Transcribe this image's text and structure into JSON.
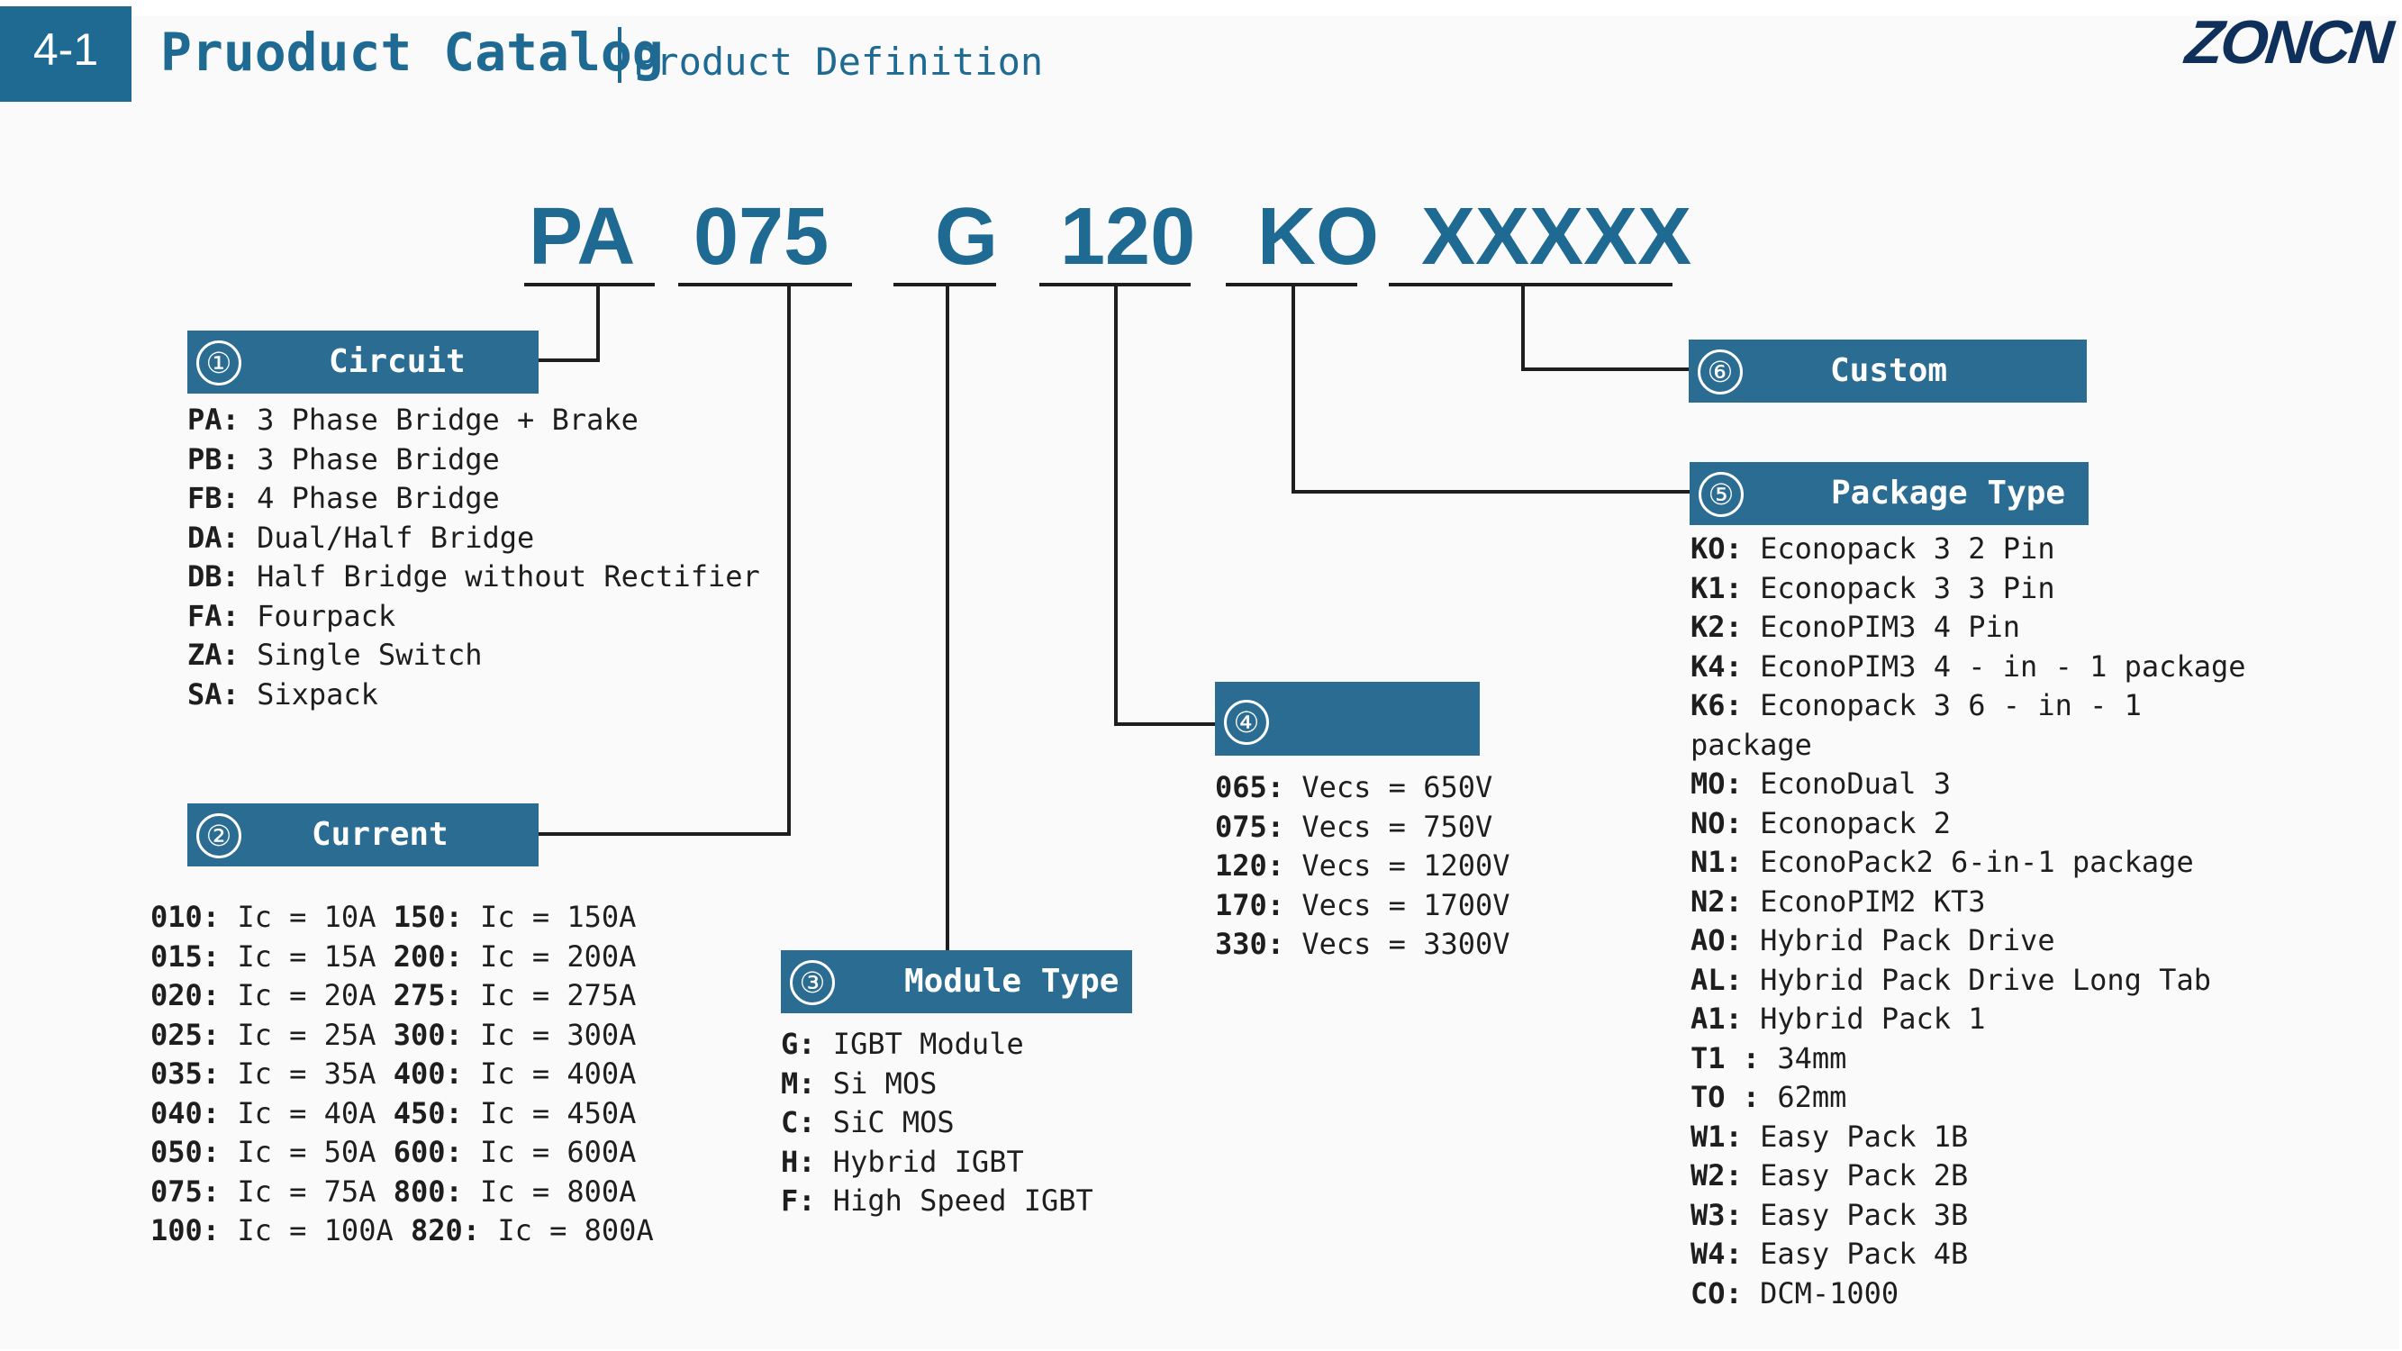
{
  "header": {
    "section": "4-1",
    "title": "Pruoduct Catalog",
    "subtitle": "Product Definition",
    "brand": "ZONCN"
  },
  "part_code": {
    "segments": [
      "PA",
      "075",
      "G",
      "120",
      "KO",
      "XXXXX"
    ]
  },
  "circuit": {
    "number": "①",
    "title": "Circuit",
    "items": [
      {
        "code": "PA:",
        "desc": "3 Phase Bridge + Brake"
      },
      {
        "code": "PB:",
        "desc": "3 Phase Bridge"
      },
      {
        "code": "FB:",
        "desc": "4 Phase Bridge"
      },
      {
        "code": "DA:",
        "desc": "Dual/Half Bridge"
      },
      {
        "code": "DB:",
        "desc": "Half Bridge without Rectifier"
      },
      {
        "code": "FA:",
        "desc": "Fourpack"
      },
      {
        "code": "ZA:",
        "desc": "Single Switch"
      },
      {
        "code": "SA:",
        "desc": "Sixpack"
      }
    ]
  },
  "current": {
    "number": "②",
    "title": "Current",
    "rows": [
      {
        "code1": "010:",
        "val1": "Ic = 10A",
        "code2": "150:",
        "val2": "Ic = 150A"
      },
      {
        "code1": "015:",
        "val1": "Ic = 15A",
        "code2": "200:",
        "val2": "Ic = 200A"
      },
      {
        "code1": "020:",
        "val1": "Ic = 20A",
        "code2": "275:",
        "val2": "Ic = 275A"
      },
      {
        "code1": "025:",
        "val1": "Ic = 25A",
        "code2": "300:",
        "val2": "Ic = 300A"
      },
      {
        "code1": "035:",
        "val1": "Ic = 35A",
        "code2": "400:",
        "val2": "Ic = 400A"
      },
      {
        "code1": "040:",
        "val1": "Ic = 40A",
        "code2": "450:",
        "val2": "Ic = 450A"
      },
      {
        "code1": "050:",
        "val1": "Ic = 50A",
        "code2": "600:",
        "val2": "Ic = 600A"
      },
      {
        "code1": "075:",
        "val1": "Ic = 75A",
        "code2": "800:",
        "val2": "Ic = 800A"
      },
      {
        "code1": "100:",
        "val1": "Ic = 100A",
        "code2": "820:",
        "val2": "Ic = 800A"
      }
    ]
  },
  "module_type": {
    "number": "③",
    "title": "Module Type",
    "items": [
      {
        "code": "G:",
        "desc": "IGBT Module"
      },
      {
        "code": "M:",
        "desc": "Si MOS"
      },
      {
        "code": "C:",
        "desc": "SiC MOS"
      },
      {
        "code": "H:",
        "desc": "Hybrid IGBT"
      },
      {
        "code": "F:",
        "desc": "High Speed IGBT"
      }
    ]
  },
  "voltage": {
    "number": "④",
    "title": "",
    "items": [
      {
        "code": "065:",
        "desc": "Vecs = 650V"
      },
      {
        "code": "075:",
        "desc": "Vecs = 750V"
      },
      {
        "code": "120:",
        "desc": "Vecs = 1200V"
      },
      {
        "code": "170:",
        "desc": "Vecs = 1700V"
      },
      {
        "code": "330:",
        "desc": "Vecs = 3300V"
      }
    ]
  },
  "package_type": {
    "number": "⑤",
    "title": "Package Type",
    "items": [
      {
        "code": "KO:",
        "desc": "Econopack 3  2 Pin"
      },
      {
        "code": "K1:",
        "desc": "Econopack 3  3 Pin"
      },
      {
        "code": "K2:",
        "desc": "EconoPIM3  4 Pin"
      },
      {
        "code": "K4:",
        "desc": "EconoPIM3  4 - in - 1 package"
      },
      {
        "code": "K6:",
        "desc": "Econopack 3  6 - in - 1"
      },
      {
        "code": "",
        "desc": "package"
      },
      {
        "code": "MO:",
        "desc": "EconoDual 3"
      },
      {
        "code": "NO:",
        "desc": "Econopack 2"
      },
      {
        "code": "N1:",
        "desc": "EconoPack2 6-in-1 package"
      },
      {
        "code": "N2:",
        "desc": "EconoPIM2 KT3"
      },
      {
        "code": "AO:",
        "desc": " Hybrid Pack Drive"
      },
      {
        "code": "AL:",
        "desc": " Hybrid Pack Drive Long Tab"
      },
      {
        "code": "A1:",
        "desc": "Hybrid Pack 1"
      },
      {
        "code": "T1 :",
        "desc": " 34mm"
      },
      {
        "code": "TO :",
        "desc": " 62mm"
      },
      {
        "code": "W1:",
        "desc": "Easy Pack 1B"
      },
      {
        "code": "W2:",
        "desc": "Easy Pack 2B"
      },
      {
        "code": "W3:",
        "desc": "Easy Pack 3B"
      },
      {
        "code": "W4:",
        "desc": "Easy Pack 4B"
      },
      {
        "code": "CO:",
        "desc": " DCM-1000"
      }
    ]
  },
  "custom": {
    "number": "⑥",
    "title": "Custom"
  }
}
